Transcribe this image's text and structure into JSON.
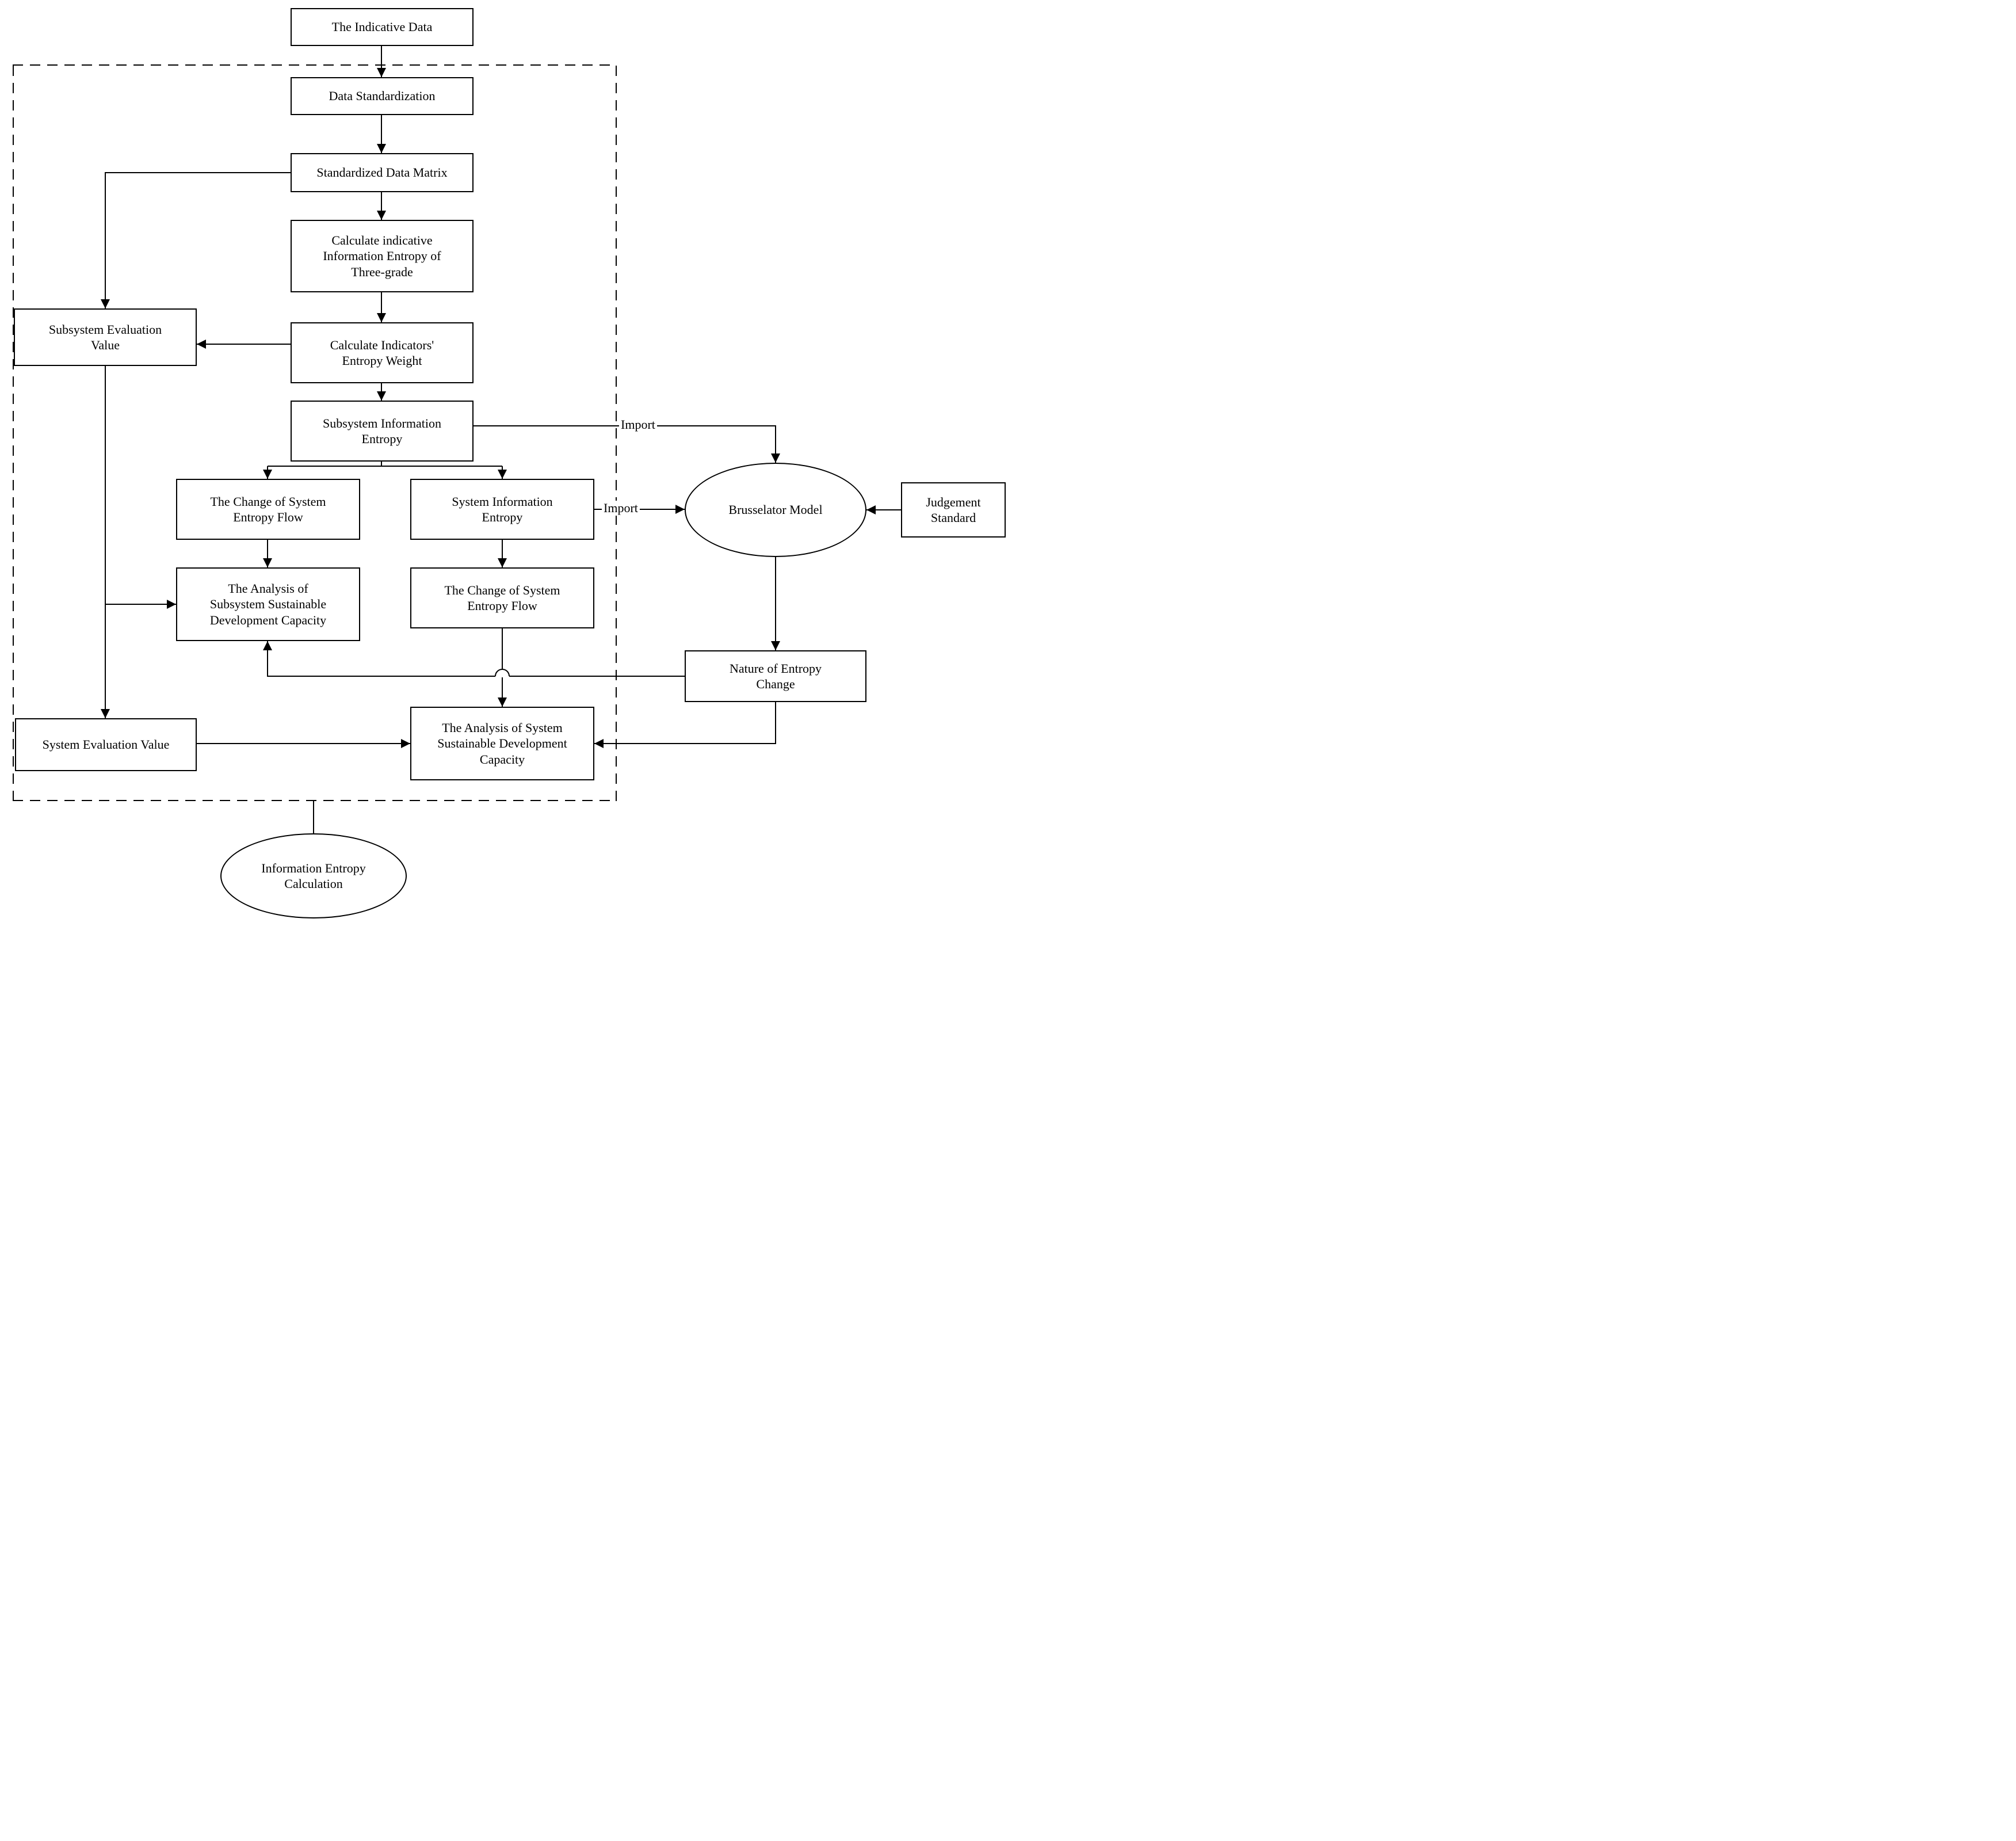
{
  "diagram": {
    "nodes": {
      "indicative_data": "The Indicative Data",
      "data_standardization": "Data Standardization",
      "standardized_data_matrix": "Standardized Data Matrix",
      "calc_indicative_entropy": "Calculate indicative Information Entropy of Three-grade",
      "calc_indicators_weight": "Calculate Indicators' Entropy Weight",
      "subsystem_evaluation_value": "Subsystem Evaluation Value",
      "subsystem_information_entropy": "Subsystem Information Entropy",
      "change_system_entropy_flow_left": "The Change of System Entropy Flow",
      "system_information_entropy": "System Information Entropy",
      "brusselator_model": "Brusselator Model",
      "judgement_standard": "Judgement Standard",
      "analysis_subsystem": "The Analysis of Subsystem Sustainable Development Capacity",
      "change_system_entropy_flow_right": "The Change of System Entropy Flow",
      "nature_entropy_change": "Nature of Entropy Change",
      "system_evaluation_value": "System Evaluation Value",
      "analysis_system": "The Analysis of System Sustainable Development Capacity",
      "information_entropy_calculation": "Information Entropy Calculation"
    },
    "edge_labels": {
      "import_top": "Import",
      "import_mid": "Import"
    },
    "colors": {
      "line": "#000000",
      "background": "#ffffff",
      "text": "#000000"
    }
  }
}
